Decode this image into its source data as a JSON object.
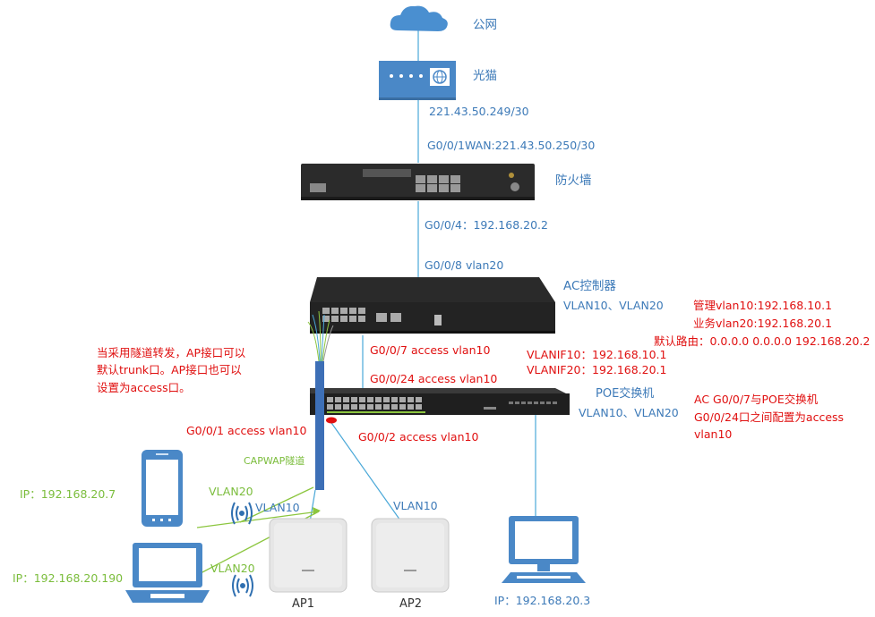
{
  "nodes": {
    "internet": "公网",
    "modem": "光猫",
    "firewall": "防火墙",
    "ac": "AC控制器",
    "ac_vlans": "VLAN10、VLAN20",
    "poe": "POE交换机",
    "poe_vlans": "VLAN10、VLAN20",
    "ap1": "AP1",
    "ap2": "AP2"
  },
  "links": {
    "modem_ip": "221.43.50.249/30",
    "fw_wan": "G0/0/1WAN:221.43.50.250/30",
    "fw_g4": "G0/0/4：192.168.20.2",
    "ac_g8": "G0/0/8 vlan20",
    "ac_g7": "G0/0/7  access  vlan10",
    "poe_g24": "G0/0/24  access vlan10",
    "poe_g1": "G0/0/1 access vlan10",
    "poe_g2": "G0/0/2 access vlan10",
    "capwap": "CAPWAP隧道",
    "vlan20_phone": "VLAN20",
    "vlan10_phone": "VLAN10",
    "vlan20_laptop": "VLAN20",
    "vlan10_ap2": "VLAN10"
  },
  "vlanif": {
    "line1": "VLANIF10：192.168.10.1",
    "line2": "VLANIF20：192.168.20.1"
  },
  "notes": {
    "tunnel_1": "当采用隧道转发，AP接口可以",
    "tunnel_2": "默认trunk口。AP接口也可以",
    "tunnel_3": "设置为access口。",
    "mgmt_1": "管理vlan10:192.168.10.1",
    "mgmt_2": "业务vlan20:192.168.20.1",
    "mgmt_3": "默认路由：0.0.0.0 0.0.0.0 192.168.20.2",
    "acpoe_1": "AC G0/0/7与POE交换机",
    "acpoe_2": "G0/0/24口之间配置为access",
    "acpoe_3": "vlan10"
  },
  "clients": {
    "phone_ip": "IP：192.168.20.7",
    "laptop_ip": "IP：192.168.20.190",
    "pc_ip": "IP：192.168.20.3"
  },
  "colors": {
    "link": "#4aa8d8",
    "capwap": "#8cc63f",
    "device_blue": "#4a88c7",
    "device_dark": "#2a2a2a",
    "annotation_red": "#e01010"
  }
}
